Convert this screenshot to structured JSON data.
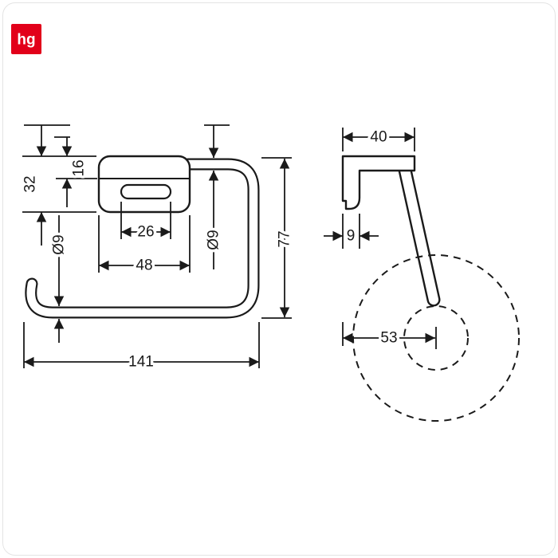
{
  "page": {
    "background": "#ffffff",
    "line_color": "#1a1a1a"
  },
  "logo": {
    "text": "hg",
    "color": "#e2001a"
  },
  "front_view": {
    "dims": {
      "plate_height": "32",
      "upper_section": "16",
      "tube_diameter_left": "Ø9",
      "slot_width": "26",
      "plate_width": "48",
      "tube_diameter_right": "Ø9",
      "overall_height": "77",
      "overall_width": "141"
    }
  },
  "side_view": {
    "dims": {
      "depth": "40",
      "plate_thickness": "9",
      "roll_center_offset": "53"
    }
  }
}
